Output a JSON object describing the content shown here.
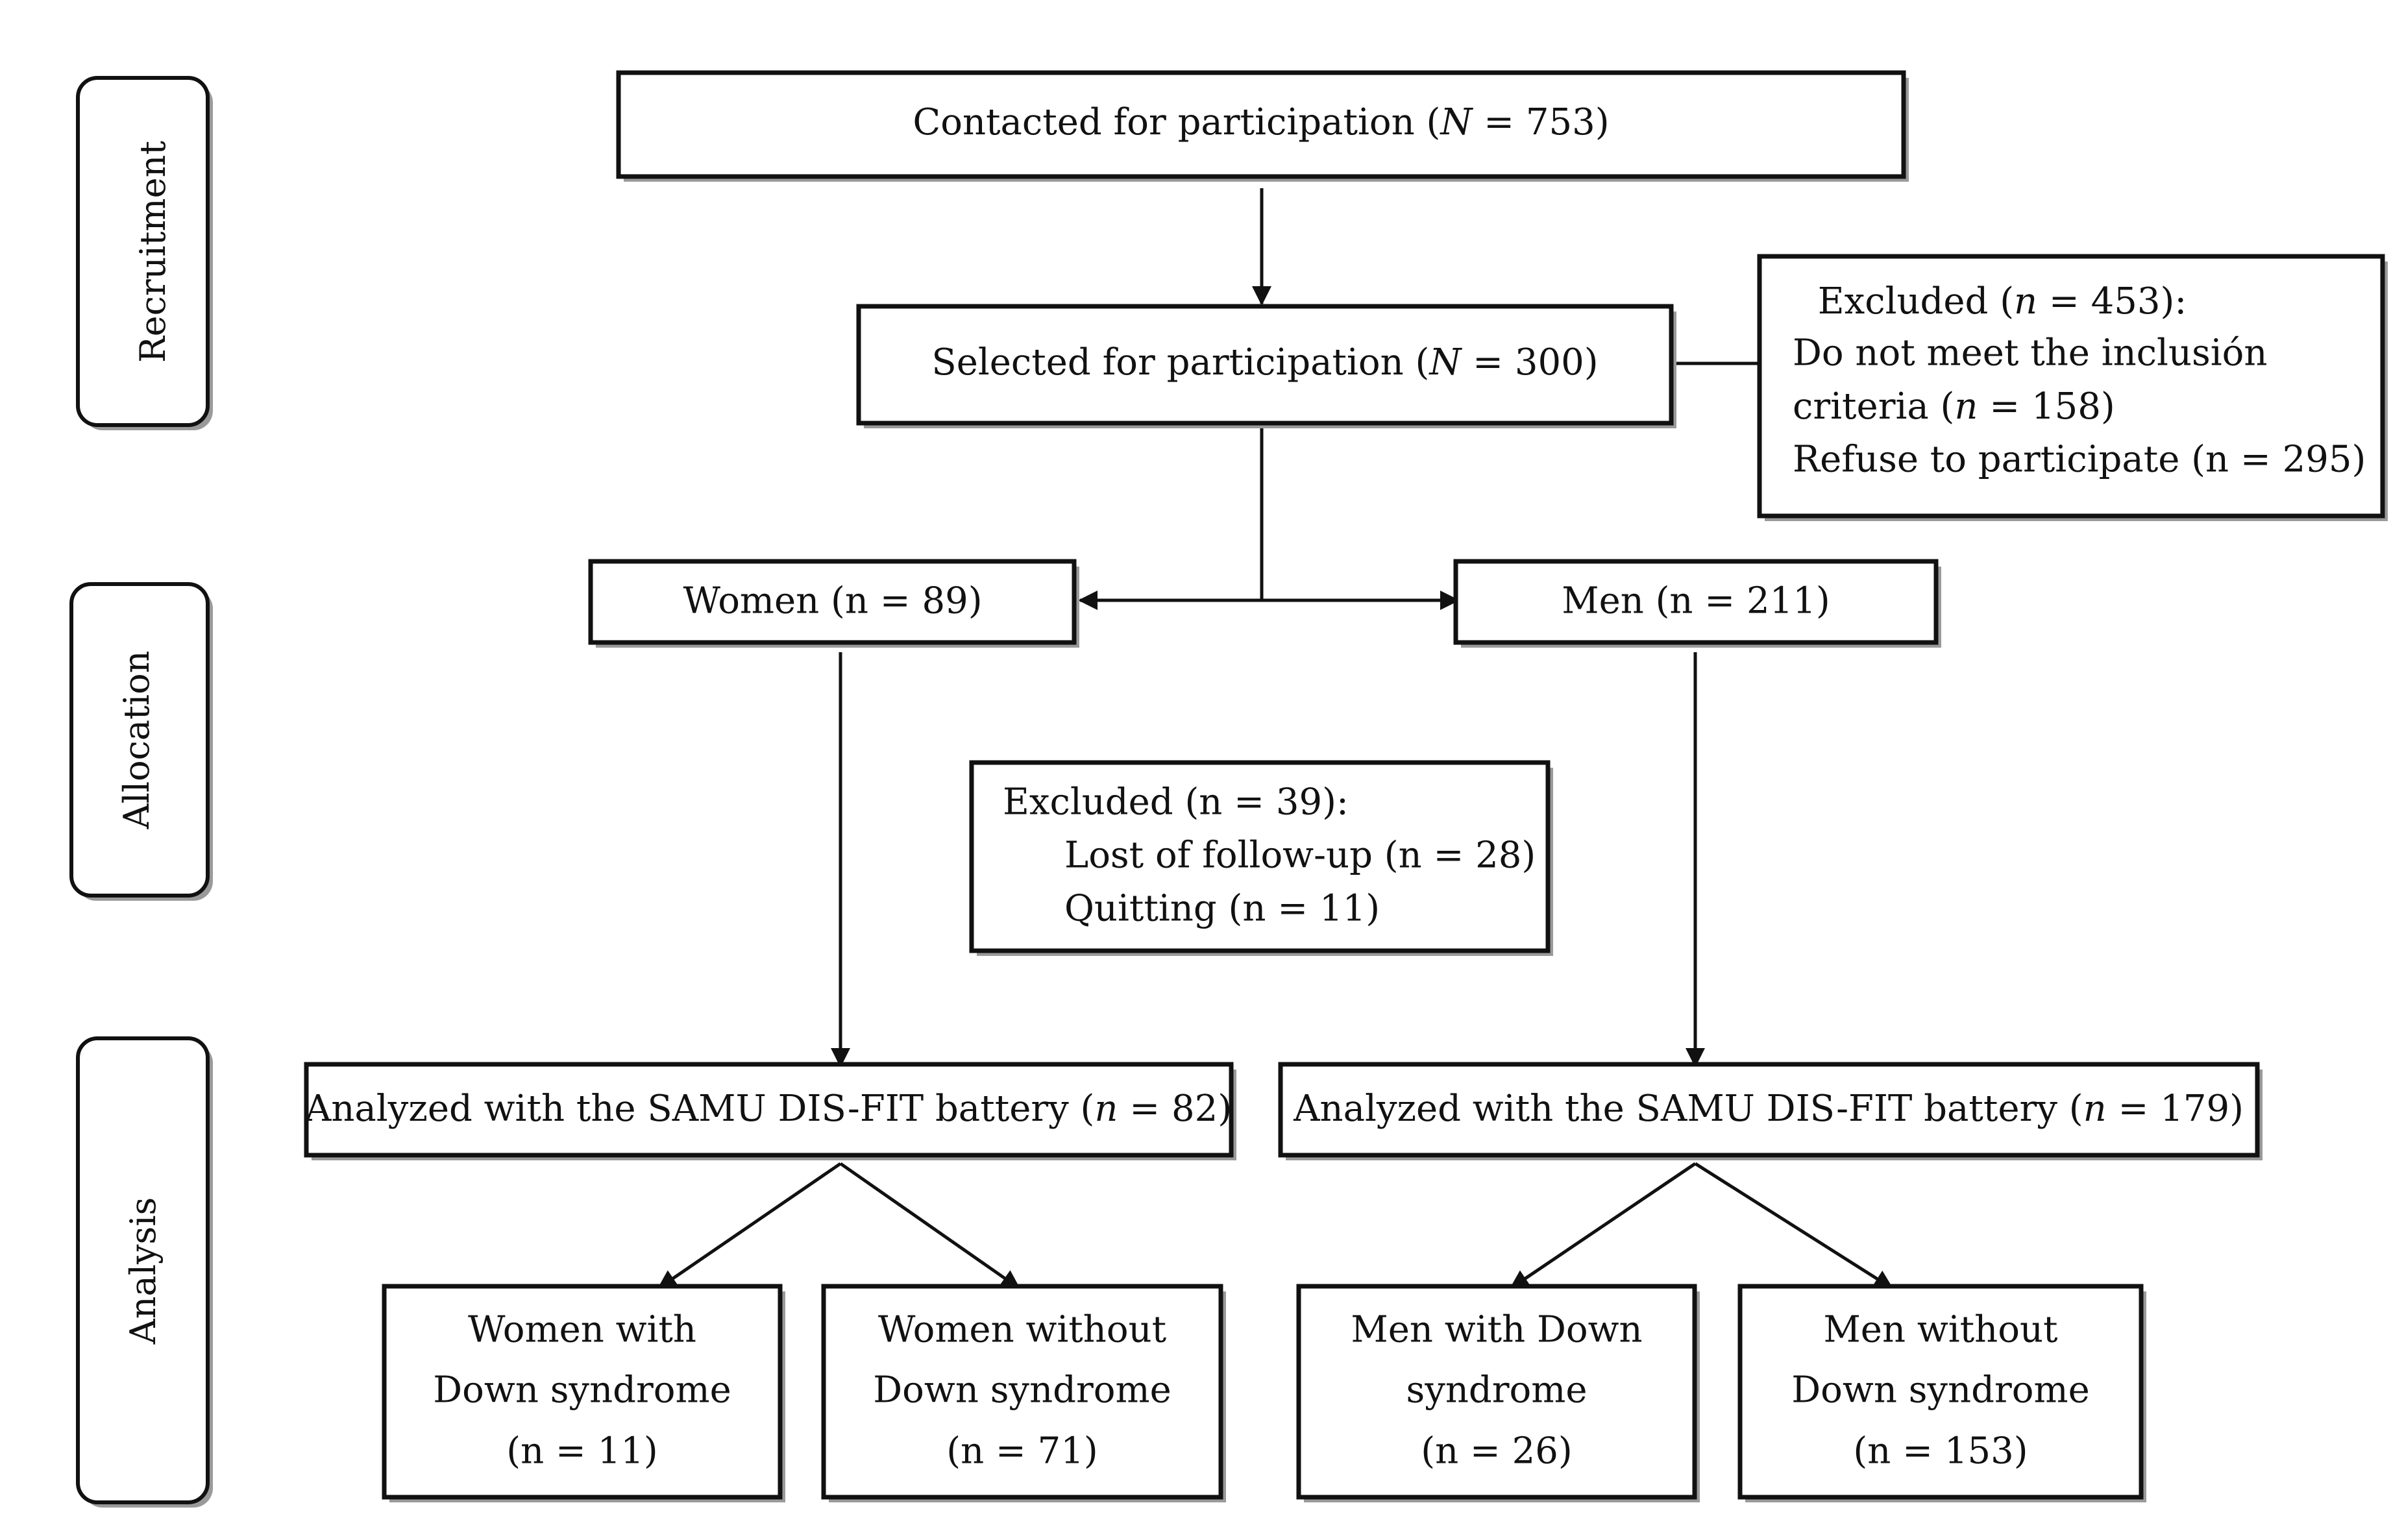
{
  "phases": {
    "recruitment": "Recruitment",
    "allocation": "Allocation",
    "analysis": "Analysis"
  },
  "boxes": {
    "contacted": {
      "pre": "Contacted for participation (",
      "var": "N",
      "post": " = 753)"
    },
    "selected": {
      "pre": "Selected for participation (",
      "var": "N",
      "post": " = 300)"
    },
    "excluded_recruitment": {
      "title_pre": "Excluded (",
      "title_var": "n",
      "title_post": " = 453):",
      "line1": "Do not meet the inclusión",
      "line2_pre": "criteria (",
      "line2_var": "n",
      "line2_post": " = 158)",
      "line3": "Refuse to participate (n = 295)"
    },
    "women": "Women (n = 89)",
    "men": "Men (n = 211)",
    "excluded_allocation": {
      "title": "Excluded (n = 39):",
      "line1": "Lost of follow-up (n = 28)",
      "line2": "Quitting (n = 11)"
    },
    "analyzed_women": {
      "pre": "Analyzed with the SAMU DIS-FIT battery (",
      "var": "n",
      "post": " = 82)"
    },
    "analyzed_men": {
      "pre": "Analyzed with the SAMU DIS-FIT battery (",
      "var": "n",
      "post": " = 179)"
    },
    "women_ds": [
      "Women with",
      "Down syndrome",
      "(n = 11)"
    ],
    "women_no_ds": [
      "Women without",
      "Down syndrome",
      "(n = 71)"
    ],
    "men_ds": [
      "Men with Down",
      "syndrome",
      "(n = 26)"
    ],
    "men_no_ds": [
      "Men without",
      "Down syndrome",
      "(n = 153)"
    ]
  }
}
